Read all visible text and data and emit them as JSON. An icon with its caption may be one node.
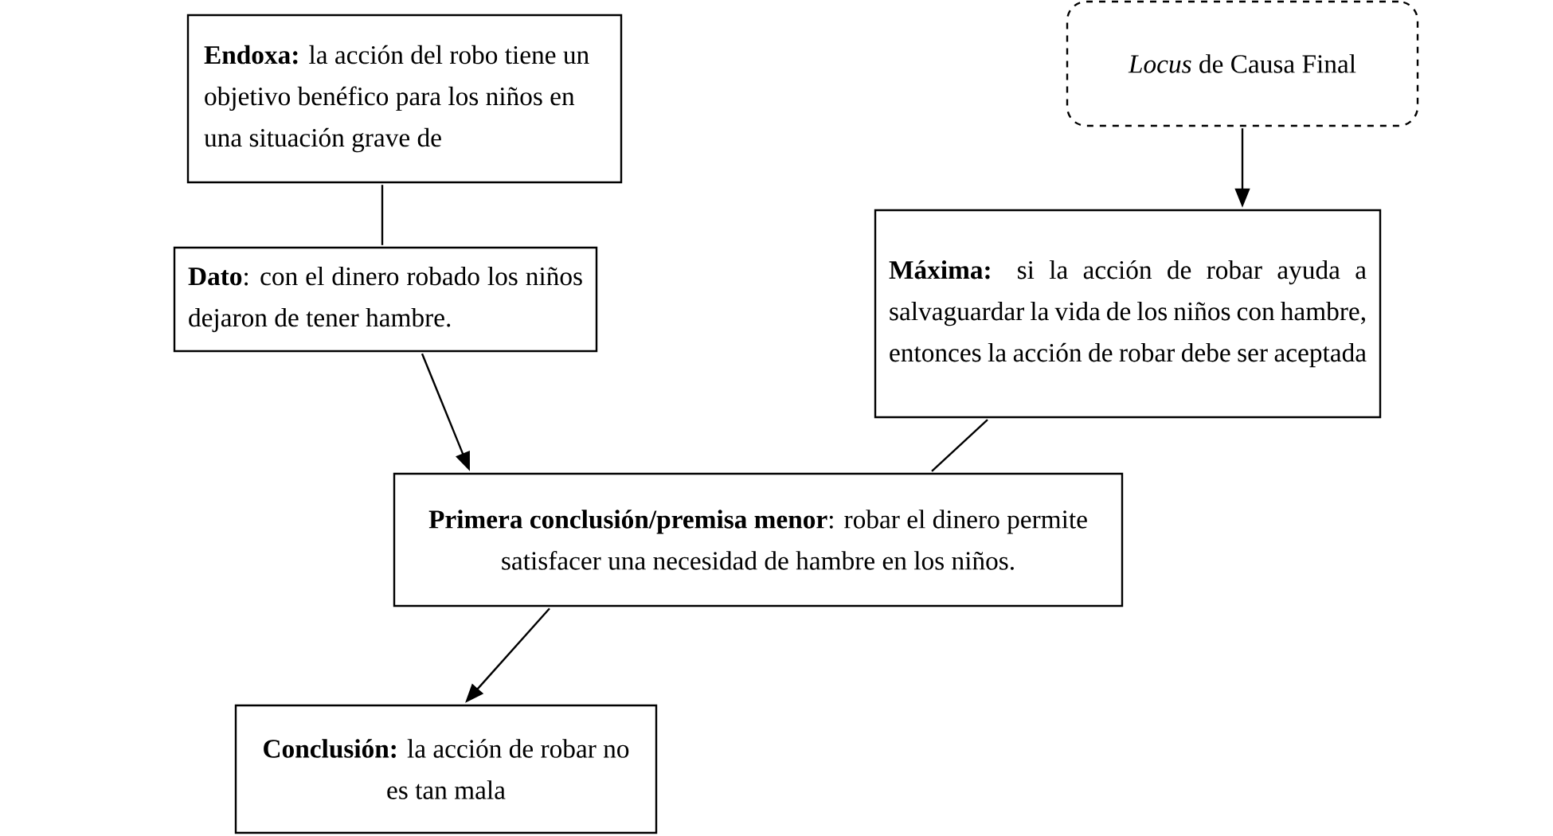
{
  "diagram": {
    "nodes": [
      {
        "text": [
          "**Endoxa:** la acción del robo tiene un objetivo benéfico para los niños en una situación grave de"
        ]
      },
      {
        "text": [
          "*Locus* de Causa Final"
        ]
      },
      {
        "text": [
          "**Dato**: con el dinero robado los niños dejaron de tener hambre."
        ]
      },
      {
        "text": [
          "**Máxima:** si la acción de robar ayuda a salvaguardar la vida de los niños con hambre, entonces la acción de robar debe ser aceptada"
        ]
      },
      {
        "text": [
          "**Primera conclusión/premisa menor**: robar el dinero permite satisfacer una necesidad de hambre en los niños."
        ]
      },
      {
        "text": [
          "**Conclusión:** la acción de robar no es tan mala"
        ]
      }
    ],
    "edges": [
      {
        "from": 0,
        "to": 2,
        "arrow": "none"
      },
      {
        "from": 1,
        "to": 3,
        "arrow": "to"
      },
      {
        "from": 2,
        "to": 4,
        "arrow": "to"
      },
      {
        "from": 3,
        "to": 4,
        "arrow": "none"
      },
      {
        "from": 4,
        "to": 5,
        "arrow": "to"
      }
    ]
  }
}
